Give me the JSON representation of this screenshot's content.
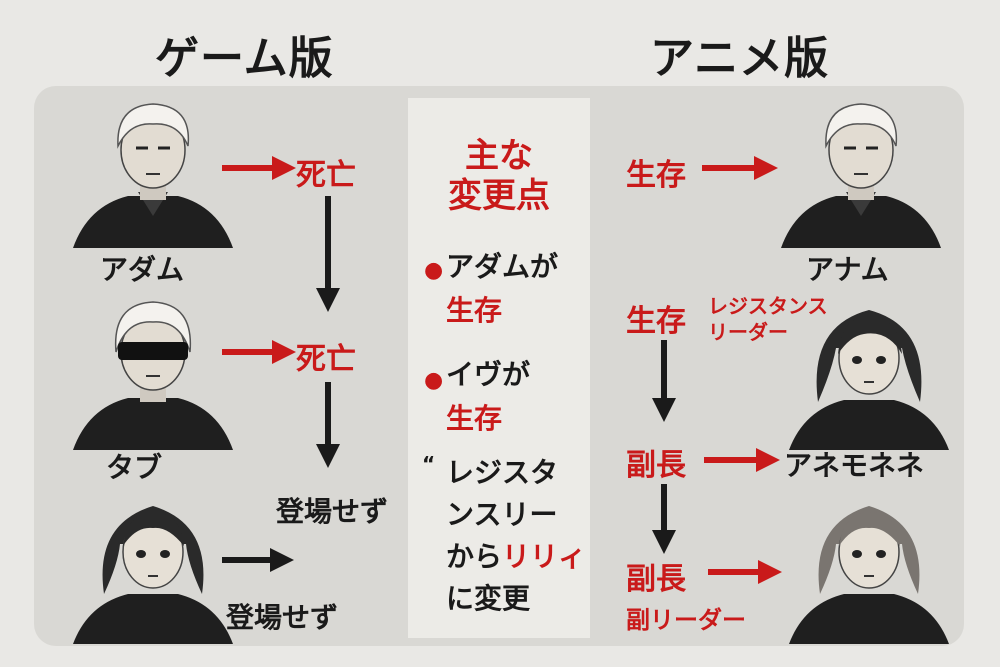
{
  "headers": {
    "game": "ゲーム版",
    "anime": "アニメ版"
  },
  "game": {
    "char1": {
      "name": "アダム",
      "status": "死亡"
    },
    "char2": {
      "name": "タブ",
      "status": "死亡"
    },
    "char3": {
      "status": "登場せず"
    },
    "chain_end": "登場せず"
  },
  "middle": {
    "title_line1": "主な",
    "title_line2": "変更点",
    "item1_line1": "アダムが",
    "item1_line2": "生存",
    "item2_line1": "イヴが",
    "item2_line2": "生存",
    "item3_line1": "レジスタ",
    "item3_line2": "ンスリー",
    "item3_line3a": "から",
    "item3_line3b": "リリィ",
    "item3_line4": "に変更"
  },
  "anime": {
    "char1": {
      "status": "生存",
      "name": "アナム"
    },
    "char2": {
      "status": "生存",
      "note_line1": "レジスタンス",
      "note_line2": "リーダー"
    },
    "char3": {
      "status": "副長",
      "name": "アネモネネ"
    },
    "char4": {
      "status": "副長",
      "note": "副リーダー"
    }
  },
  "colors": {
    "accent_red": "#c91a1a",
    "ink": "#1a1a1a"
  }
}
